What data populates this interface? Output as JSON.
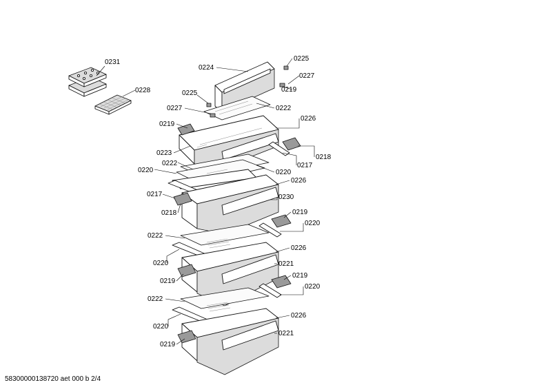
{
  "footer": "58300000138720 aet 000 b 2/4",
  "parts": [
    {
      "id": "p0231",
      "number": "0231"
    },
    {
      "id": "p0228",
      "number": "0228"
    },
    {
      "id": "p0224",
      "number": "0224"
    },
    {
      "id": "p0225a",
      "number": "0225"
    },
    {
      "id": "p0227a",
      "number": "0227"
    },
    {
      "id": "p0219a",
      "number": "0219"
    },
    {
      "id": "p0225b",
      "number": "0225"
    },
    {
      "id": "p0222a",
      "number": "0222"
    },
    {
      "id": "p0227b",
      "number": "0227"
    },
    {
      "id": "p0226a",
      "number": "0226"
    },
    {
      "id": "p0219b",
      "number": "0219"
    },
    {
      "id": "p0218a",
      "number": "0218"
    },
    {
      "id": "p0223",
      "number": "0223"
    },
    {
      "id": "p0217a",
      "number": "0217"
    },
    {
      "id": "p0222b",
      "number": "0222"
    },
    {
      "id": "p0220a",
      "number": "0220"
    },
    {
      "id": "p0220b",
      "number": "0220"
    },
    {
      "id": "p0226b",
      "number": "0226"
    },
    {
      "id": "p0217b",
      "number": "0217"
    },
    {
      "id": "p0230",
      "number": "0230"
    },
    {
      "id": "p0218b",
      "number": "0218"
    },
    {
      "id": "p0219c",
      "number": "0219"
    },
    {
      "id": "p0220c",
      "number": "0220"
    },
    {
      "id": "p0222c",
      "number": "0222"
    },
    {
      "id": "p0226c",
      "number": "0226"
    },
    {
      "id": "p0220d",
      "number": "0220"
    },
    {
      "id": "p0221a",
      "number": "0221"
    },
    {
      "id": "p0219d",
      "number": "0219"
    },
    {
      "id": "p0219e",
      "number": "0219"
    },
    {
      "id": "p0220e",
      "number": "0220"
    },
    {
      "id": "p0222d",
      "number": "0222"
    },
    {
      "id": "p0226d",
      "number": "0226"
    },
    {
      "id": "p0220f",
      "number": "0220"
    },
    {
      "id": "p0221b",
      "number": "0221"
    },
    {
      "id": "p0219f",
      "number": "0219"
    }
  ]
}
